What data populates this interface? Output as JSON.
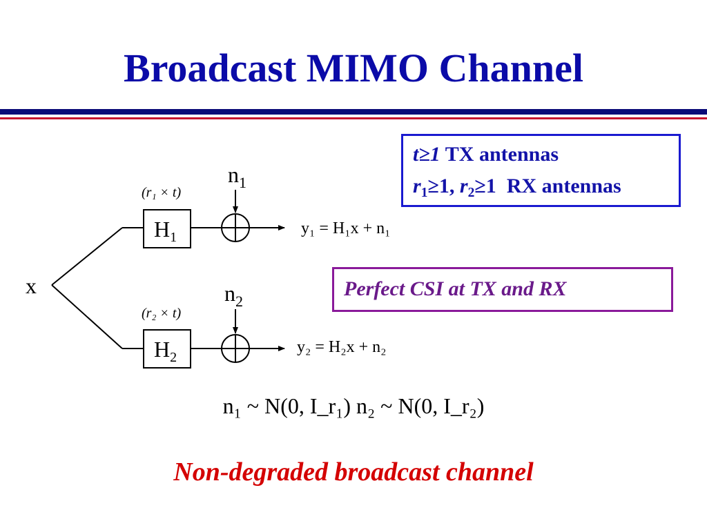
{
  "slide": {
    "title": "Broadcast MIMO Channel",
    "antenna_box": {
      "tx_count": "t≥1",
      "tx_label": "TX antennas",
      "r1": "r",
      "r1_sub": "1",
      "r1_cond": "≥1,",
      "r2": "r",
      "r2_sub": "2",
      "r2_cond": "≥1",
      "rx_label": "RX antennas"
    },
    "csi_box": "Perfect CSI at TX and RX",
    "diagram": {
      "input": "x",
      "branch1": {
        "dim": "(r₁ × t)",
        "channel": "H",
        "channel_sub": "1",
        "noise": "n",
        "noise_sub": "1",
        "output_eq": "y₁ = H₁x + n₁"
      },
      "branch2": {
        "dim": "(r₂ × t)",
        "channel": "H",
        "channel_sub": "2",
        "noise": "n",
        "noise_sub": "2",
        "output_eq": "y₂ = H₂x + n₂"
      }
    },
    "noise_distribution": "n₁ ~ N(0, I_r₁)    n₂ ~ N(0, I_r₂)",
    "bottom_note": "Non-degraded broadcast channel"
  },
  "colors": {
    "title": "#0b0ba8",
    "rule_blue": "#0b0b78",
    "rule_red": "#c8102e",
    "antenna_box_border": "#1a1ad0",
    "csi_box_border": "#8a1a9a",
    "bottom_note": "#d40000"
  }
}
